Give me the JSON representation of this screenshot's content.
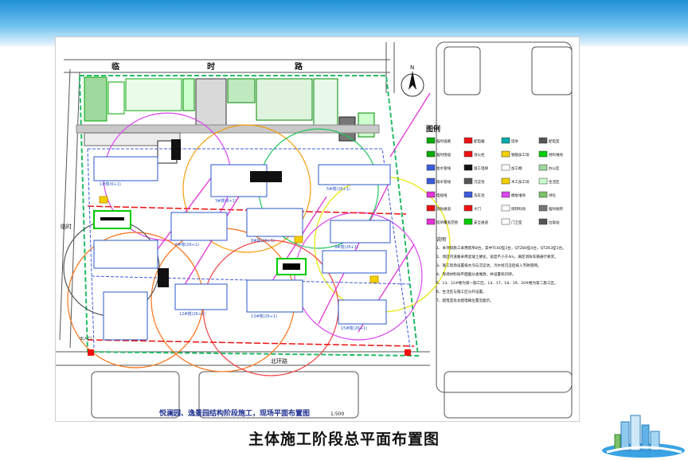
{
  "slide": {
    "caption": "主体施工阶段总平面布置图",
    "accent_color": "#2a95dc"
  },
  "plan": {
    "road_north": [
      "临",
      "时",
      "路"
    ],
    "road_south": "北环路",
    "road_west": "临时",
    "north_symbol": "N",
    "drawing_title": "悦澜园、逸景园结构阶段施工，现场平面布置图",
    "scale": "1:500",
    "gate_label": "出入口",
    "building_labels": [
      "1#楼(6+1)",
      "3#楼(8+1)",
      "5#楼(26+1)",
      "6#楼(26+1)",
      "8#楼(26+1)",
      "9#楼(26+1)",
      "12#楼(26+1)",
      "13#楼(26+1)",
      "15#楼(26+1)"
    ]
  },
  "legend": {
    "title": "图例",
    "items": [
      {
        "label": "临时道路",
        "icon": "road-line-icon"
      },
      {
        "label": "配电箱",
        "icon": "green-box-icon"
      },
      {
        "label": "塔吊",
        "icon": "crane-icon"
      },
      {
        "label": "配电室",
        "icon": "circle-x-icon"
      },
      {
        "label": "临时围墙",
        "icon": "wall-line-icon"
      },
      {
        "label": "消火栓",
        "icon": "hydrant-icon"
      },
      {
        "label": "钢筋加工场",
        "icon": "rebar-yard-icon"
      },
      {
        "label": "材料堆场",
        "icon": "stockpile-icon"
      },
      {
        "label": "给水管线",
        "icon": "water-line-icon"
      },
      {
        "label": "施工电梯",
        "icon": "hoist-icon"
      },
      {
        "label": "加工棚",
        "icon": "shed-icon"
      },
      {
        "label": "办公区",
        "icon": "office-icon"
      },
      {
        "label": "排水管线",
        "icon": "drain-line-icon"
      },
      {
        "label": "沉淀池",
        "icon": "tank-icon"
      },
      {
        "label": "木工加工场",
        "icon": "wood-yard-icon"
      },
      {
        "label": "生活区",
        "icon": "living-icon"
      },
      {
        "label": "电缆线",
        "icon": "cable-line-icon"
      },
      {
        "label": "洗车池",
        "icon": "wash-icon"
      },
      {
        "label": "模板堆场",
        "icon": "formwork-icon"
      },
      {
        "label": "绿化",
        "icon": "green-icon"
      },
      {
        "label": "消防通道",
        "icon": "fire-lane-icon"
      },
      {
        "label": "大门",
        "icon": "gate-icon"
      },
      {
        "label": "周转料场",
        "icon": "turnover-icon"
      },
      {
        "label": "临时厕所",
        "icon": "toilet-icon"
      },
      {
        "label": "塔吊覆盖范围",
        "icon": "coverage-icon"
      },
      {
        "label": "安全通道",
        "icon": "safe-path-icon"
      },
      {
        "label": "门卫室",
        "icon": "guard-icon"
      },
      {
        "label": "垃圾站",
        "icon": "trash-icon"
      }
    ],
    "notes_title": "说明",
    "notes": [
      "1、本项目施工采用塔吊8台，其中TC60型3台，QTZ80型4台，QTZ63型1台。",
      "2、场区内道路采用混凝土硬化，宽度不小于4m，满足消防车辆通行要求。",
      "3、施工现场设置排水沟与沉淀池，污水经沉淀后排入市政管网。",
      "4、现场材料按平面图分类堆放，并设置标识牌。",
      "5、13、12#楼为第一施工区，14、17、18、19、20#楼为第二施工区。",
      "6、生活区与施工区分开设置。",
      "7、配电室及总配电箱位置见图示。"
    ]
  }
}
